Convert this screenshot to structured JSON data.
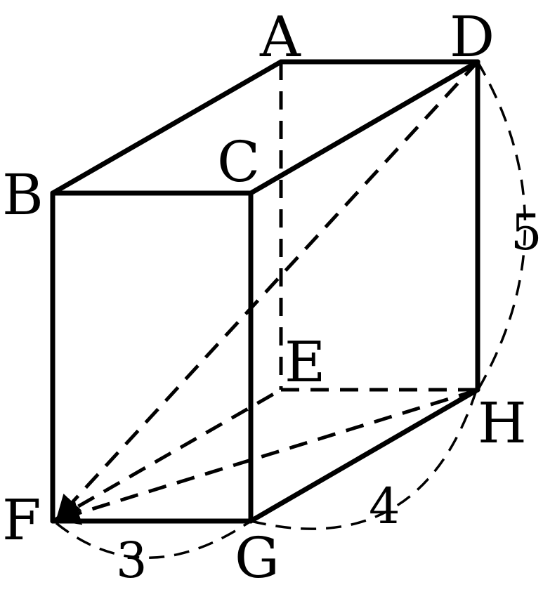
{
  "figure": {
    "vertices": {
      "A": "A",
      "B": "B",
      "C": "C",
      "D": "D",
      "E": "E",
      "F": "F",
      "G": "G",
      "H": "H"
    },
    "measures": {
      "fg": "3",
      "gh": "4",
      "hd": "5"
    },
    "color": "#000000"
  }
}
